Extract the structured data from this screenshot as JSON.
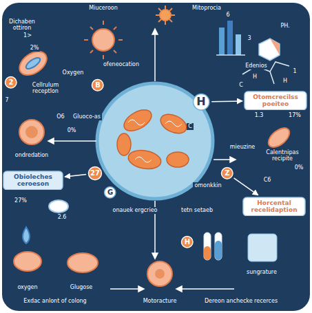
{
  "diagram": {
    "nodes": [
      {
        "text": [
          "2"
        ]
      },
      {
        "text": [
          "B"
        ]
      },
      {
        "text": [
          "H"
        ]
      },
      {
        "text": [
          "Otomcrecilss poeiteo"
        ]
      },
      {
        "text": [
          "27"
        ]
      },
      {
        "text": [
          "Z"
        ]
      },
      {
        "text": [
          "Obioleches ceroeson"
        ]
      },
      {
        "text": [
          "G"
        ]
      },
      {
        "text": [
          "Horcental recelidaption"
        ]
      },
      {
        "text": [
          "H"
        ]
      }
    ],
    "edges": [
      {
        "from": 2,
        "to": 3,
        "arrow": "to"
      },
      {
        "from": 4,
        "to": 6,
        "arrow": "to"
      },
      {
        "from": 5,
        "to": 8,
        "arrow": "to"
      }
    ],
    "labels": [
      "Dichaben ottiron",
      "1>",
      "Miuceroon",
      "Mitoprocia",
      "PH.",
      "6",
      "Edenios",
      "3",
      "1",
      "C",
      "H",
      "H",
      "2%",
      "ofeneocation",
      "Oxygen",
      "Cellrulum receptlon",
      "7",
      "O6",
      "Gluoco-as",
      "0%",
      "ondredation",
      "1.3",
      "17%",
      "mieuzine",
      "Calentnipas recipite",
      "0%",
      "C6",
      "omonkkin",
      "C",
      "27%",
      "2.6",
      "onauek ergcrieo",
      "tetn setaeb",
      "oxygen",
      "Glugose",
      "sungrature",
      "Exdac anlont of colong",
      "Motoracture",
      "Dereon anchecke recerces"
    ]
  }
}
